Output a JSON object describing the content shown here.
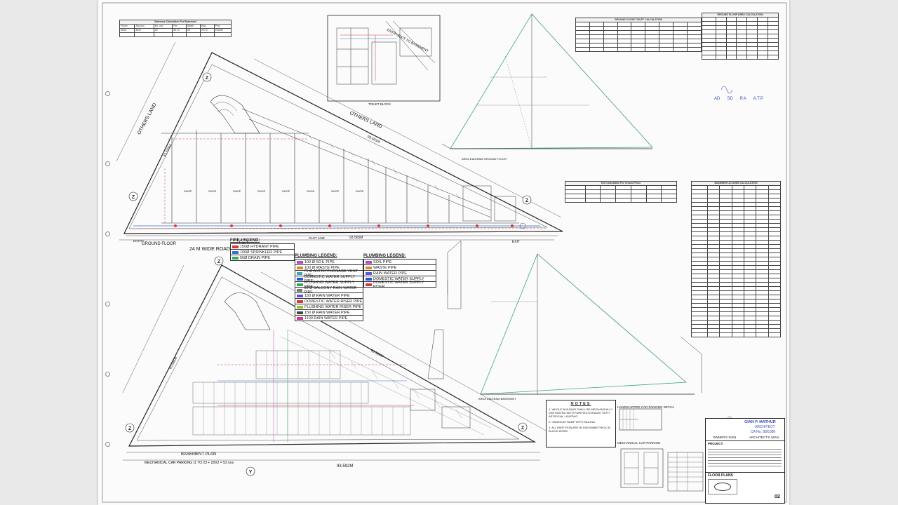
{
  "legends": {
    "fire": {
      "title": "FIRE LEGEND:",
      "items": [
        {
          "label": "150Ø HYDRANT PIPE",
          "color": "#d23b3b"
        },
        {
          "label": "100Ø SPRINKLER PIPE",
          "color": "#3a6fd1"
        },
        {
          "label": "50Ø DRAIN PIPE",
          "color": "#3aa85a"
        }
      ]
    },
    "plumbing_1": {
      "title": "PLUMBING LEGEND:",
      "items": [
        {
          "label": "100 Ø SOIL PIPE",
          "color": "#b04ac8"
        },
        {
          "label": "100 Ø WASTE PIPE",
          "color": "#d88a2c"
        },
        {
          "label": "75 Ø ANTISYPHONAGE VENT PIPE",
          "color": "#3aa8a8"
        },
        {
          "label": "DOMESTIC WATER SUPPLY PIPE",
          "color": "#2c52d8"
        },
        {
          "label": "FLUSHING WATER SUPPLY PIPE",
          "color": "#3aa85a"
        },
        {
          "label": "90 Ø BALCONY RAIN WATER PIPE",
          "color": "#777777"
        },
        {
          "label": "150 Ø RAIN WATER PIPE",
          "color": "#5a5ad8"
        },
        {
          "label": "DOMESTIC WATER RISER PIPE",
          "color": "#d23b3b"
        },
        {
          "label": "FLUSHING WATER RISER PIPE",
          "color": "#8ac83a"
        },
        {
          "label": "150 Ø RAIN WATER PIPE",
          "color": "#444444"
        },
        {
          "label": "1100 RAIN WATER PIPE",
          "color": "#c83a8a"
        }
      ]
    },
    "plumbing_2": {
      "title": "PLUMBING LEGEND:",
      "items": [
        {
          "label": "SOIL PIPE",
          "color": "#b04ac8"
        },
        {
          "label": "WASTE PIPE",
          "color": "#d88a2c"
        },
        {
          "label": "RAIN WATER PIPE",
          "color": "#5a5ad8"
        },
        {
          "label": "DOMESTIC WATER SUPPLY",
          "color": "#2c52d8"
        },
        {
          "label": "DOMESTIC WATER SUPPLY RISER",
          "color": "#d23b3b"
        }
      ]
    }
  },
  "labels": {
    "others_land_left": "OTHERS LAND",
    "others_land_top": "OTHERS LAND",
    "road": "24 M WIDE ROAD",
    "ground_floor": "GROUND FLOOR",
    "basement_plan": "BASEMENT PLAN",
    "mech_parking_line": "MECHANICAL CAR PARKING (1 TO 23 + 20X2 = 53 nos",
    "toilet_block": "TOILET BLOCK",
    "entry_exit": "ENTRY/EXIT TO BASEMENT",
    "area_diagram_gf": "AREA DIAGRAM GROUND FLOOR",
    "area_diagram_b": "AREA DIAGRAM BASEMENT",
    "plot_line": "PLOT LINE",
    "dim_top": "93.581M",
    "dim_bottom": "93.565M",
    "dim_bottom_b": "93.592M",
    "dim_top_b": "83.581M",
    "dim_left": "63.585M",
    "dim_left_b": "63.585M",
    "entry": "ENTRY",
    "exit": "EXIT",
    "shop": "SHOP",
    "handicapped_detail": "HANDICAPPED CAR PARKING DETAIL",
    "mechanical_parking": "MECHANICAL CAR PARKING",
    "owners_sign": "OWNER'S SIGN",
    "architects_sign": "ARCHITECT'S SIGN",
    "floor_plans": "FLOOR PLANS",
    "project": "PROJECT:",
    "sheet_no": "02",
    "architect_name": "GIAN P. MATHUR",
    "architect_title": "ARCHITECT",
    "architect_reg": "CA No. 88/5380",
    "sign_initials": [
      "AD",
      "SD",
      "P.A",
      "A.T.P"
    ]
  },
  "notes": {
    "title": "NOTES",
    "items": [
      "1. WHOLE BUILDING SHALL BE MECHANICALLY VENTILATED WITH PURIFIED EXHAUST WITH ARTIFICIAL LIGHTING.",
      "2. HANDICAP RAMP WITH RAILING.",
      "3. ALL PARTITION ARE IN 100/200MM THICK IN BLOCK WORK."
    ]
  },
  "tables": {
    "basement_calc": {
      "title": "Staircase Calculation For Basement"
    },
    "gf_toilet": {
      "title": "GROUND FLOOR TOILET CALCULATION"
    },
    "gf_area": {
      "title": "GROUND FLOOR AREA CALCULATION"
    },
    "exit_calc": {
      "title": "Exit Calculation For Ground Floor"
    },
    "basement_area": {
      "title": "BASEMENT-01 AREA CALCULATION"
    }
  }
}
